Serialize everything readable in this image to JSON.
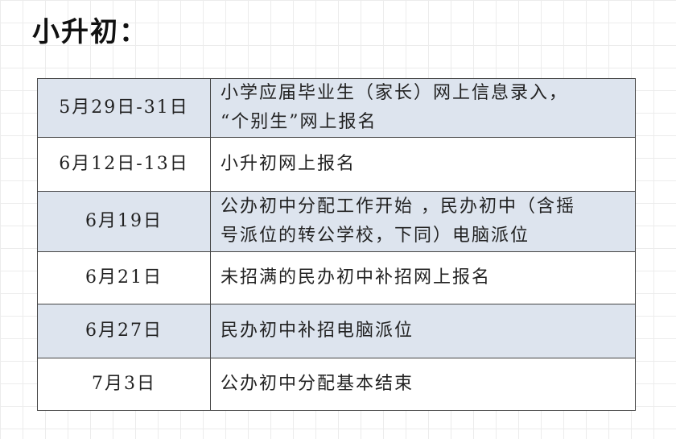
{
  "title": "小升初：",
  "schedule": [
    {
      "date": "5月29日-31日",
      "desc_lines": [
        "小学应届毕业生（家长）网上信息录入，",
        "“个别生”网上报名"
      ]
    },
    {
      "date": "6月12日-13日",
      "desc_lines": [
        "小升初网上报名"
      ]
    },
    {
      "date": "6月19日",
      "desc_lines": [
        "公办初中分配工作开始 ，民办初中（含摇",
        "号派位的转公学校，下同）电脑派位"
      ]
    },
    {
      "date": "6月21日",
      "desc_lines": [
        "未招满的民办初中补招网上报名"
      ]
    },
    {
      "date": "6月27日",
      "desc_lines": [
        "民办初中补招电脑派位"
      ]
    },
    {
      "date": "7月3日",
      "desc_lines": [
        "公办初中分配基本结束"
      ]
    }
  ],
  "colors": {
    "shaded_row": "#dde4ee",
    "plain_row": "#ffffff",
    "border": "#444444"
  }
}
